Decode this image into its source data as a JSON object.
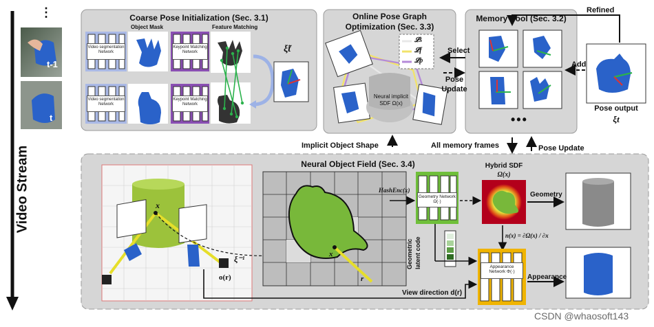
{
  "video": {
    "dots": "⋮",
    "frame_prev_label": "t-1",
    "frame_cur_label": "t",
    "stream_label": "Video Stream"
  },
  "coarse": {
    "title": "Coarse Pose Initialization (Sec. 3.1)",
    "mask_label": "Object Mask",
    "match_label": "Feature Matching",
    "vsn_label": "Video segmentation Network",
    "kmn_label": "Keypoint Matching Network",
    "xi_tilde": "ξ̃t"
  },
  "pgo": {
    "title_line1": "Online Pose Graph",
    "title_line2": "Optimization (Sec. 3.3)",
    "legend": [
      "𝓛s",
      "𝓛f",
      "𝓛p"
    ],
    "legend_colors": [
      "#e8e8e8",
      "#f2e36b",
      "#b58ad8"
    ],
    "sdf_line1": "Neural implicit",
    "sdf_line2": "SDF Ω(x)"
  },
  "memory": {
    "title": "Memory Pool (Sec. 3.2)",
    "select": "Select",
    "pose_update_line1": "Pose",
    "pose_update_line2": "Update",
    "add": "Add",
    "refined": "Refined",
    "ellipsis": "•••"
  },
  "pose_output": {
    "label": "Pose output",
    "symbol": "ξt"
  },
  "mid": {
    "implicit_shape": "Implicit Object Shape",
    "all_frames": "All memory frames",
    "pose_update": "Pose Update"
  },
  "nof": {
    "title": "Neural Object Field (Sec. 3.4)",
    "x": "x",
    "xi_inv": "ξ⁻¹",
    "o_r": "o(r)",
    "r": "r",
    "hashenc": "HashEnc(x)",
    "geom_net": "Geometry Network Ω(·)",
    "hybrid_title": "Hybrid SDF",
    "hybrid_sym": "Ω(x)",
    "geometry": "Geometry",
    "normal": "n(x) = ∂Ω(x) / ∂x",
    "latent_line1": "Geometric",
    "latent_line2": "latent code",
    "app_net": "Appearance Network Φ(·)",
    "appearance": "Appearance",
    "view_dir": "View direction d(r)"
  },
  "watermark": "CSDN @whaosoft143",
  "colors": {
    "panel_fill": "#d6d6d6",
    "panel_border": "#9a9a9a",
    "vsn_blue": "#aab9e6",
    "kmn_purple": "#8a4fb3",
    "geom_green": "#6fbf3a",
    "app_yellow": "#f0b400",
    "object_blue": "#2a62c9",
    "field_green": "#78b83a",
    "sdf_red": "#b3001b"
  }
}
